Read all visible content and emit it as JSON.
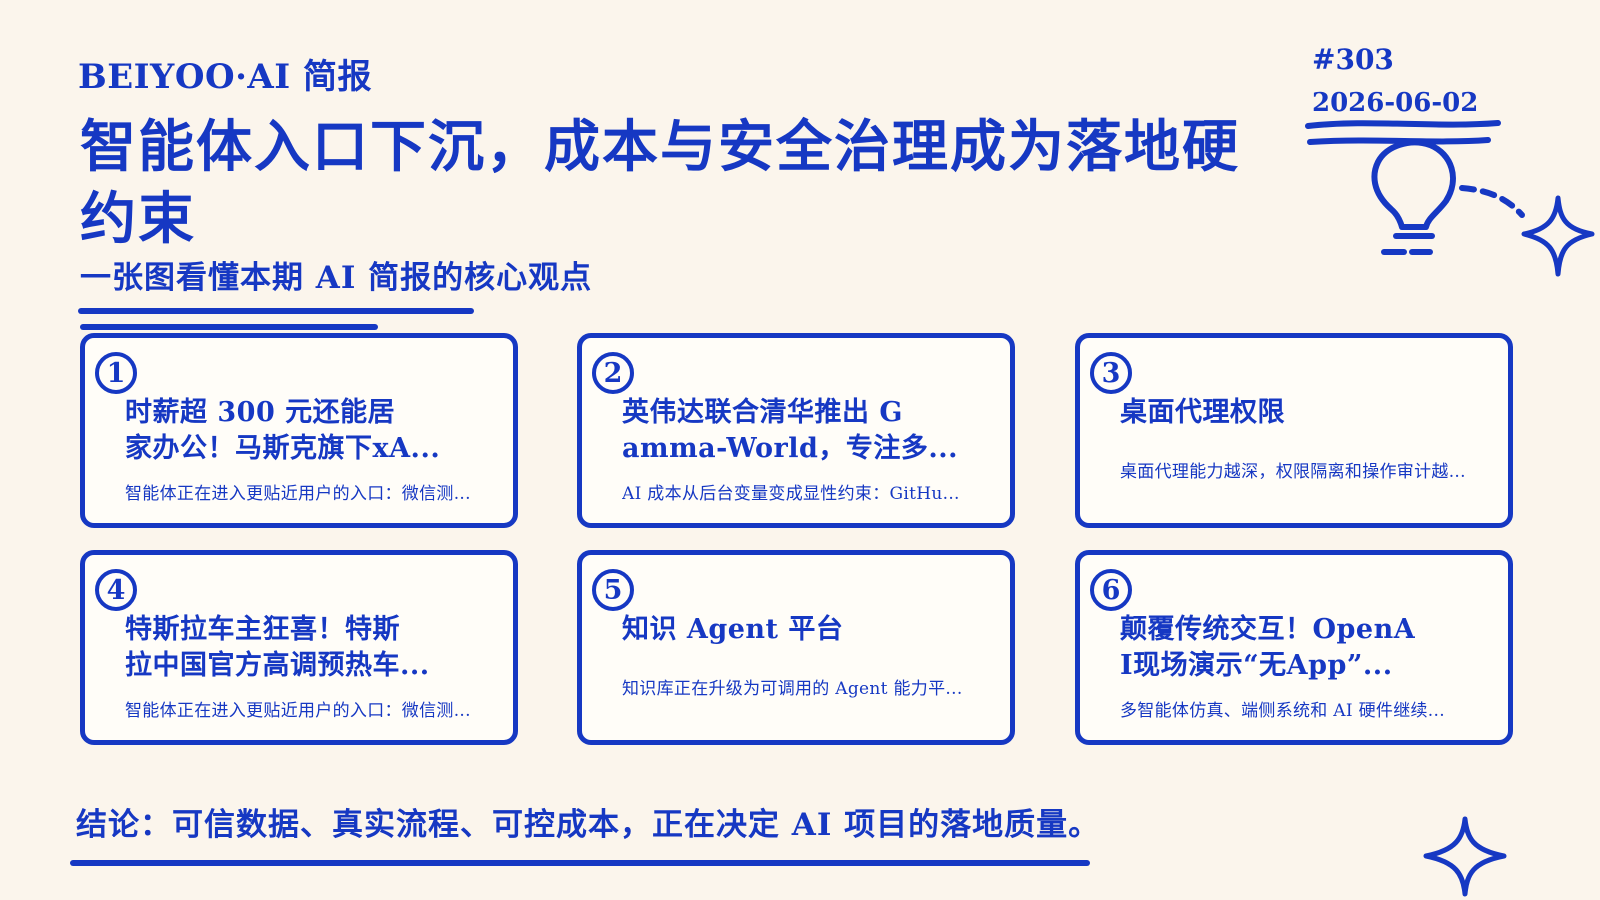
{
  "brand": "BEIYOO·AI 简报",
  "issue": "#303",
  "date": "2026-06-02",
  "headline": "智能体入口下沉，成本与安全治理成为落地硬约束",
  "subhead": "一张图看懂本期 AI 简报的核心观点",
  "cards": [
    {
      "num": "1",
      "title": "时薪超 300 元还能居\n家办公！马斯克旗下xA...",
      "summary": "智能体正在进入更贴近用户的入口：微信测..."
    },
    {
      "num": "2",
      "title": "英伟达联合清华推出 G\namma-World，专注多...",
      "summary": "AI 成本从后台变量变成显性约束：GitHu..."
    },
    {
      "num": "3",
      "title": "桌面代理权限",
      "summary": "桌面代理能力越深，权限隔离和操作审计越..."
    },
    {
      "num": "4",
      "title": "特斯拉车主狂喜！特斯\n拉中国官方高调预热车...",
      "summary": "智能体正在进入更贴近用户的入口：微信测..."
    },
    {
      "num": "5",
      "title": "知识 Agent 平台",
      "summary": "知识库正在升级为可调用的 Agent 能力平..."
    },
    {
      "num": "6",
      "title": "颠覆传统交互！OpenA\nI现场演示“无App”...",
      "summary": "多智能体仿真、端侧系统和 AI 硬件继续..."
    }
  ],
  "conclusion": "结论：可信数据、真实流程、可控成本，正在决定 AI 项目的落地质量。",
  "icons": {
    "lightbulb": "lightbulb-icon",
    "sparkle": "sparkle-icon"
  },
  "colors": {
    "accent": "#1638c3",
    "background": "#fbf5ec",
    "card_background": "#fffdf8"
  }
}
